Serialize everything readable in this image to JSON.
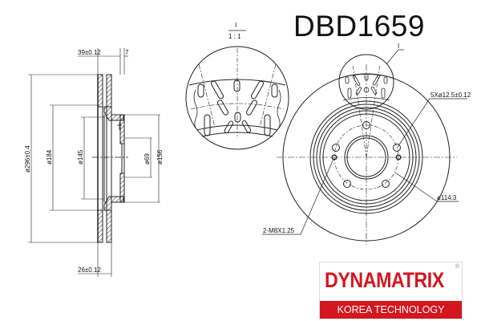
{
  "part_number": "DBD1659",
  "side_view": {
    "dimensions": {
      "overall_thickness": "39±0.12",
      "hat_offset": "7",
      "outer_diameter": "ø296±0.4",
      "friction_inner_diameter": "ø184",
      "hat_diameter": "ø145",
      "center_bore": "ø69",
      "hat_outer": "ø156",
      "disc_thickness": "26±0.12"
    }
  },
  "detail_view": {
    "label": "I",
    "scale": "1 : 1"
  },
  "front_view": {
    "detail_callout": "I",
    "bolt_holes": "5Xø12.5±0.12",
    "pcd": "ø114.3",
    "threaded_holes": "2-M8X1.25"
  },
  "logo": {
    "brand": "DYNAMATRIX",
    "registered": "®",
    "tagline": "KOREA TECHNOLOGY",
    "brand_color": "#d4161f"
  }
}
